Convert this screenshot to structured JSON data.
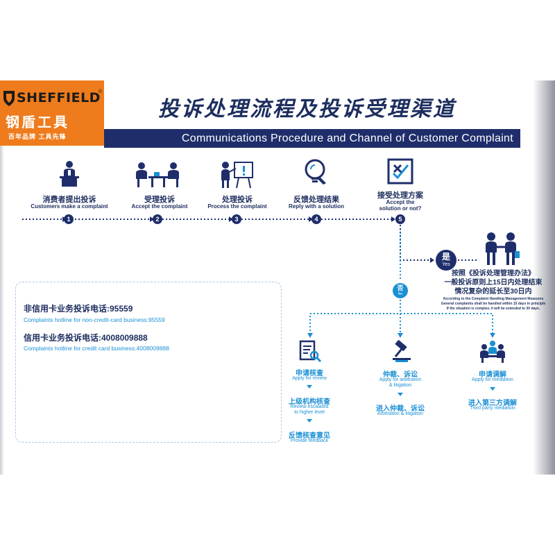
{
  "logo": {
    "brand": "SHEFFIELD",
    "reg": "®",
    "cn": "钢盾工具",
    "slogan": "百年品牌 工具先锋"
  },
  "title": {
    "cn": "投诉处理流程及投诉受理渠道",
    "en": "Communications Procedure and Channel of Customer Complaint"
  },
  "steps": [
    {
      "num": "1",
      "cn": "消费者提出投诉",
      "en": "Customers make a complaint",
      "icon": "person-desk-icon"
    },
    {
      "num": "2",
      "cn": "受理投诉",
      "en": "Accept the complaint",
      "icon": "meeting-icon"
    },
    {
      "num": "3",
      "cn": "处理投诉",
      "en": "Process the complaint",
      "icon": "presentation-icon"
    },
    {
      "num": "4",
      "cn": "反馈处理结果",
      "en": "Reply with a solution",
      "icon": "light-bulb-icon"
    },
    {
      "num": "5",
      "cn": "接受处理方案",
      "en1": "Accept the",
      "en2": "solution or not?",
      "icon": "check-cross-icon"
    }
  ],
  "yes": {
    "cn": "是",
    "en": "Yes",
    "line1": "按照《投诉处理管理办法》",
    "line2": "一般投诉原则上15日内处理结束",
    "line3": "情况复杂的延长至30日内",
    "en1": "According to the Complaint Handling Management Measures",
    "en2": "General complaints shall be handled within 15 days in principle",
    "en3": "If the situation is complex, it will be extended to 30 days."
  },
  "no": {
    "cn": "否",
    "en": "No"
  },
  "hotlines": {
    "noncredit_cn": "非信用卡业务投诉电话:95559",
    "noncredit_en": "Complaints hotline for non-credit-card business:95559",
    "credit_cn": "信用卡业务投诉电话:4008009888",
    "credit_en": "Complaints hotline for credit card business:4008009888"
  },
  "branches": [
    {
      "icon": "review-document-icon",
      "cn": "申请核查",
      "en": "Apply for review",
      "sub1_cn": "上级机构核查",
      "sub1_en1": "Review escalated",
      "sub1_en2": "to higher level",
      "sub2_cn": "反馈核查意见",
      "sub2_en": "Provide feedback"
    },
    {
      "icon": "gavel-icon",
      "cn": "仲裁、诉讼",
      "en1": "Apply for arbitration",
      "en2": "& litigation",
      "sub1_cn": "进入仲裁、诉讼",
      "sub1_en": "Arbitration & litigation"
    },
    {
      "icon": "mediation-group-icon",
      "cn": "申请调解",
      "en": "Apply for mediation",
      "sub1_cn": "进入第三方调解",
      "sub1_en": "Third party mediation"
    }
  ],
  "colors": {
    "navy": "#1f2e6b",
    "blue": "#1a8fd4",
    "orange": "#ee7b1c"
  }
}
